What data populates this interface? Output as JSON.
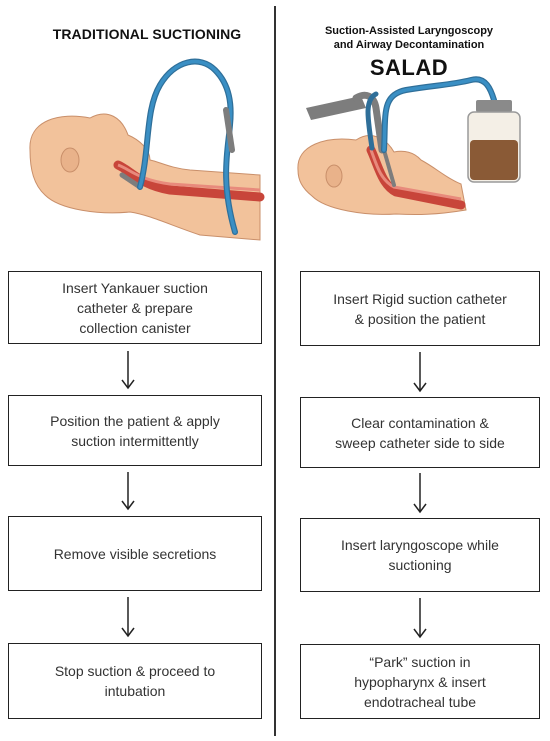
{
  "left": {
    "title": "TRADITIONAL SUCTIONING",
    "steps": [
      "Insert Yankauer suction\ncatheter & prepare\ncollection canister",
      "Position the patient & apply\nsuction intermittently",
      "Remove visible secretions",
      "Stop suction & proceed to\nintubation"
    ]
  },
  "right": {
    "subtitle": "Suction-Assisted Laryngoscopy\nand Airway Decontamination",
    "title": "SALAD",
    "steps": [
      "Insert Rigid suction catheter\n& position the patient",
      "Clear contamination &\nsweep catheter side to side",
      "Insert laryngoscope while\nsuctioning",
      "“Park” suction in\nhypopharynx & insert\nendotracheal tube"
    ]
  },
  "colors": {
    "skin": "#f2c29b",
    "airway": "#c8453a",
    "tubing": "#3a8fc4",
    "canister_fluid": "#8a5a36",
    "metal": "#7d7d7d"
  }
}
